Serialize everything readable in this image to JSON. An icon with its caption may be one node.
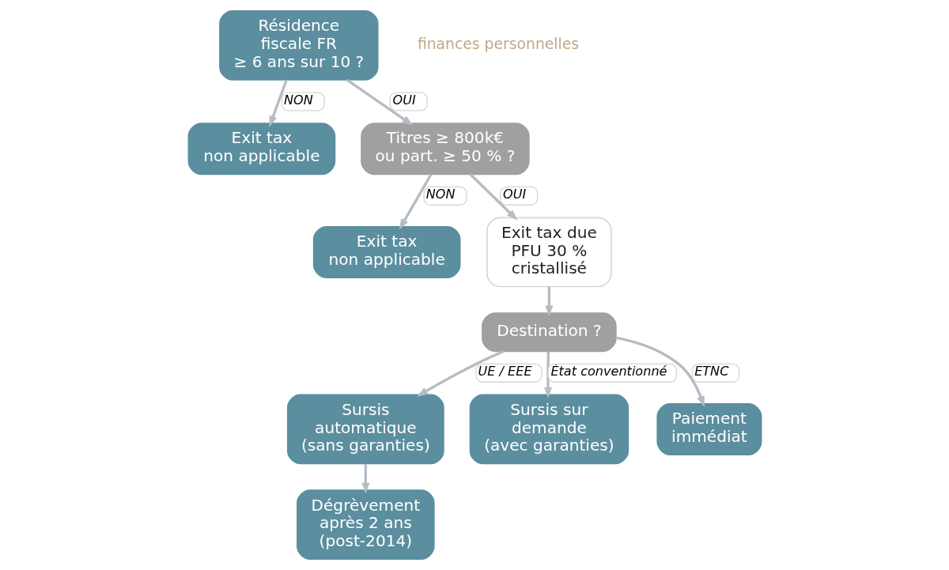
{
  "diagram": {
    "nodes": [
      {
        "text": [
          "Résidence fiscale FR ≥ 6 ans sur 10 ?"
        ]
      },
      {
        "text": [
          "Exit tax non applicable"
        ]
      },
      {
        "text": [
          "Titres ≥ 800k€ ou part. ≥ 50 % ?"
        ]
      },
      {
        "text": [
          "Exit tax non applicable"
        ]
      },
      {
        "text": [
          "Exit tax due PFU 30 % cristallisé"
        ]
      },
      {
        "text": [
          "Destination ?"
        ]
      },
      {
        "text": [
          "Sursis automatique (sans garanties)"
        ]
      },
      {
        "text": [
          "Sursis sur demande (avec garanties)"
        ]
      },
      {
        "text": [
          "Paiement immédiat"
        ]
      },
      {
        "text": [
          "Dégrèvement après 2 ans (post-2014)"
        ]
      }
    ],
    "edges": [
      {
        "from": 0,
        "to": 1,
        "arrow": "to",
        "label": "NON"
      },
      {
        "from": 0,
        "to": 2,
        "arrow": "to",
        "label": "OUI"
      },
      {
        "from": 2,
        "to": 3,
        "arrow": "to",
        "label": "NON"
      },
      {
        "from": 2,
        "to": 4,
        "arrow": "to",
        "label": "OUI"
      },
      {
        "from": 4,
        "to": 5,
        "arrow": "to"
      },
      {
        "from": 5,
        "to": 6,
        "arrow": "to",
        "label": "UE / EEE"
      },
      {
        "from": 5,
        "to": 7,
        "arrow": "to",
        "label": "État conventionné"
      },
      {
        "from": 5,
        "to": 8,
        "arrow": "to",
        "label": "ETNC"
      },
      {
        "from": 6,
        "to": 9,
        "arrow": "to"
      }
    ],
    "labels": [
      "finances personnelles"
    ]
  }
}
